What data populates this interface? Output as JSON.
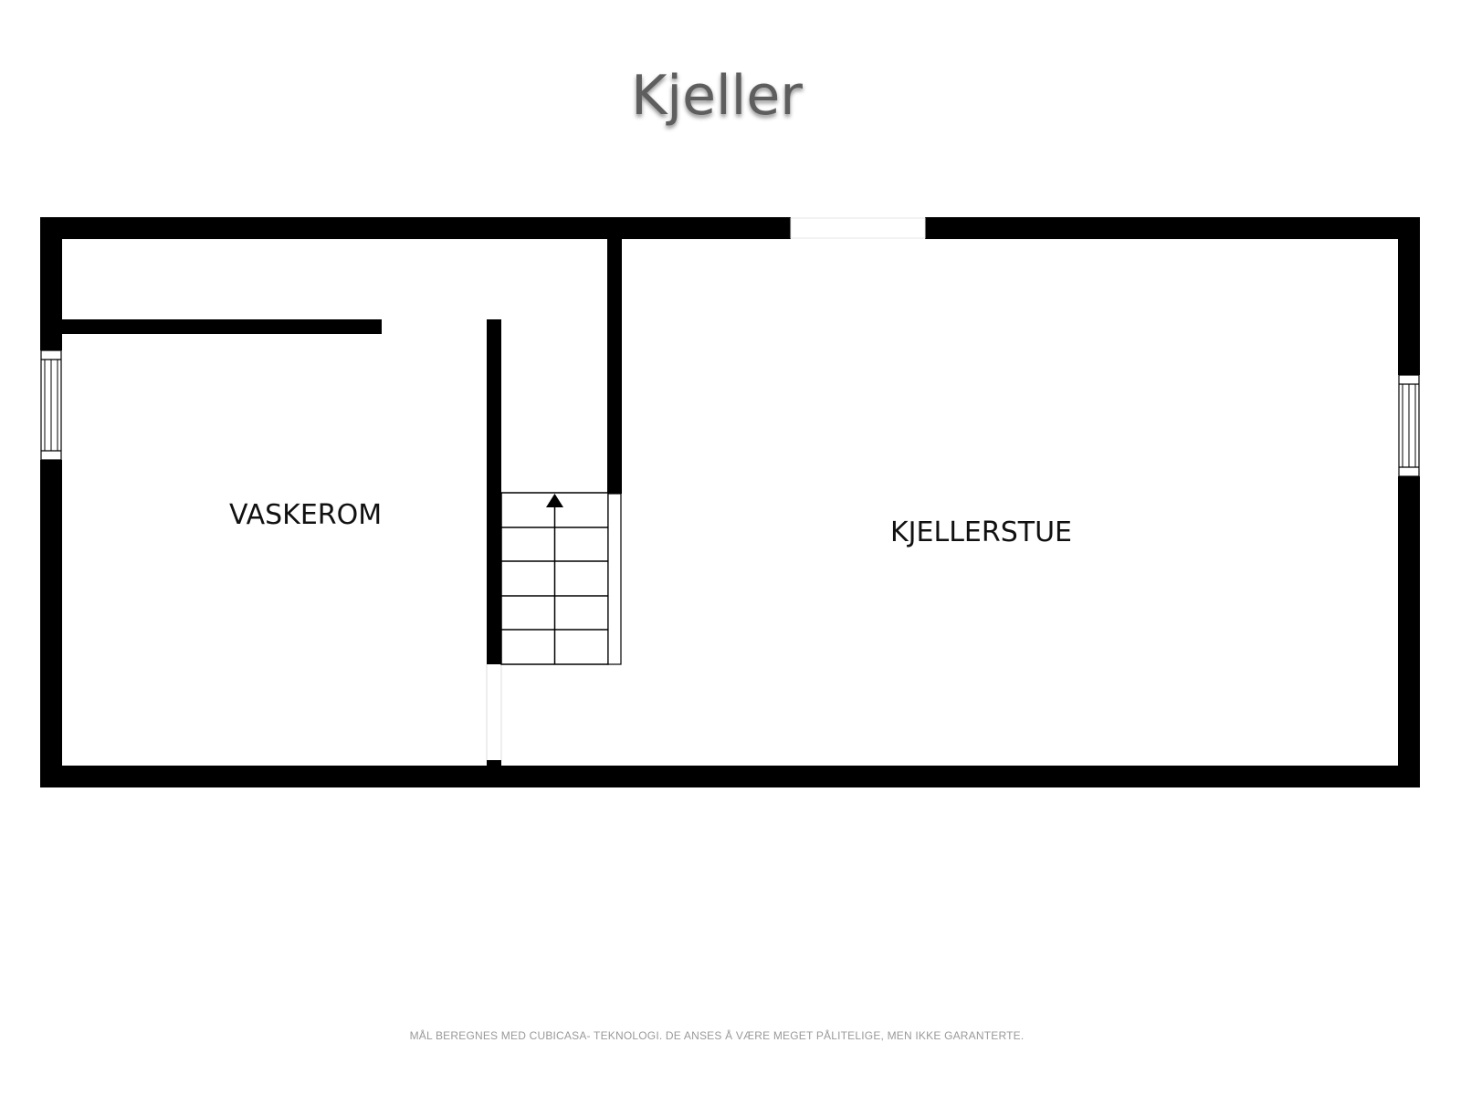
{
  "title": "Kjeller",
  "rooms": [
    {
      "name": "VASKEROM"
    },
    {
      "name": "KJELLERSTUE"
    }
  ],
  "stairs": {
    "direction": "up",
    "steps": 5
  },
  "footer": "MÅL BEREGNES MED CUBICASA- TEKNOLOGI. DE ANSES Å VÆRE MEGET PÅLITELIGE, MEN IKKE GARANTERTE.",
  "colors": {
    "wall": "#000000",
    "title": "#5e5e5e",
    "footer": "#9a9a9a",
    "background": "#ffffff"
  }
}
